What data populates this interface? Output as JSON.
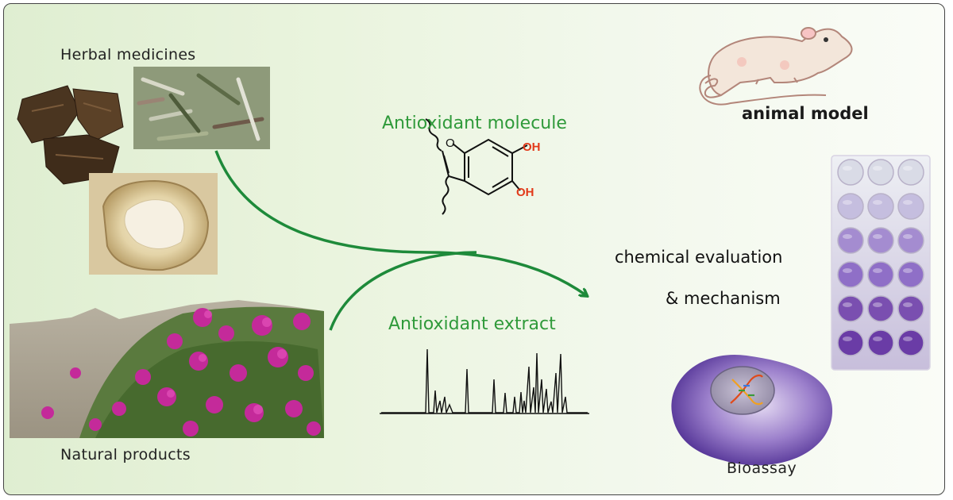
{
  "labels": {
    "herbal": "Herbal medicines",
    "natural": "Natural products",
    "molecule": "Antioxidant molecule",
    "extract": "Antioxidant extract",
    "animal": "animal model",
    "chem1": "chemical evaluation",
    "chem2": "& mechanism",
    "bioassay": "Bioassay"
  },
  "molecule": {
    "oh_top": "OH",
    "oh_bottom": "OH",
    "ring_o": "O"
  },
  "colors": {
    "arrow": "#1e8a3a",
    "green_text": "#2f9a3a",
    "oxygen_red": "#e23a1a",
    "cell_purple": "#5a3a9c",
    "well_purple": "#7a4fb0"
  },
  "icons": [
    "herb-photo",
    "root-slice-photo",
    "bougainvillea-photo",
    "mouse-icon",
    "well-plate-icon",
    "cell-icon",
    "dna-icon"
  ]
}
